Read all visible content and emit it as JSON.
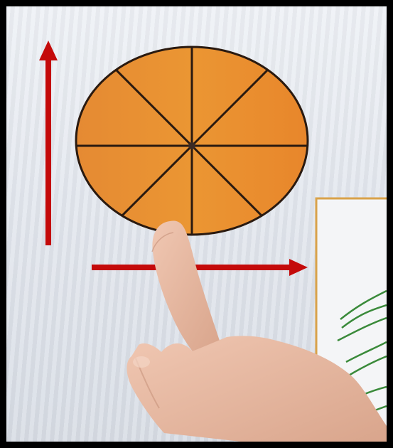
{
  "scene": {
    "fraction_circle": {
      "parts": 8,
      "fill_color": "#e88a2a",
      "line_color": "#2a1a10"
    },
    "arrows": {
      "vertical": {
        "direction": "up",
        "color": "#c40a0a"
      },
      "horizontal": {
        "direction": "right",
        "color": "#c40a0a"
      }
    },
    "panel": {
      "border_color": "#d9a24a",
      "stroke_color": "#3a8a3a"
    },
    "hand": {
      "skin_color": "#e8b9a2"
    }
  }
}
